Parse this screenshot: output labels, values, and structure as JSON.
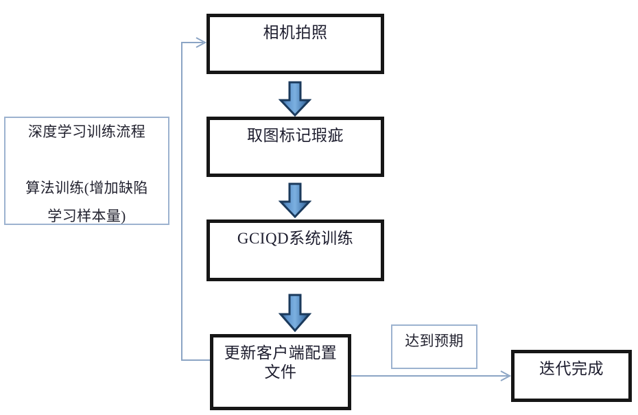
{
  "diagram": {
    "title_note": {
      "line1": "深度学习训练流程",
      "line2": "算法训练(增加缺陷\n学习样本量)",
      "full": "深度学习训练流程\n\n算法训练(增加缺陷\n学习样本量)"
    },
    "nodes": [
      {
        "id": "camera-capture",
        "label": "相机拍照"
      },
      {
        "id": "mark-defects",
        "label": "取图标记瑕疵"
      },
      {
        "id": "gciqd-training",
        "label": "GCIQD系统训练"
      },
      {
        "id": "update-client-config",
        "label": "更新客户端配置\n文件"
      },
      {
        "id": "iteration-done",
        "label": "迭代完成"
      }
    ],
    "labels": [
      {
        "id": "meets-expectation",
        "label": "达到预期"
      }
    ],
    "colors": {
      "box_border": "#161616",
      "note_border": "#9cb2cf",
      "connector": "#8ba4c4",
      "arrow_blue_light": "#6f9fd8",
      "arrow_blue_dark": "#1d3f63",
      "text": "#1d1d2e",
      "background": "#ffffff"
    }
  }
}
